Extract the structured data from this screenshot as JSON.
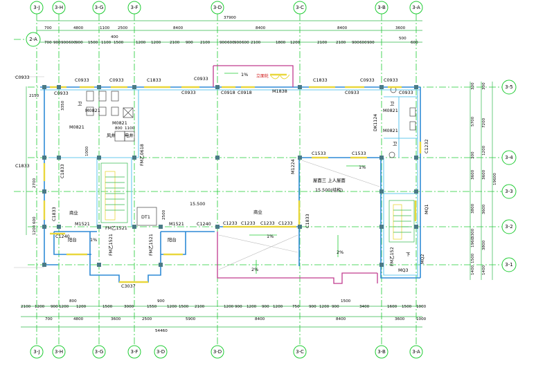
{
  "grid_axes": [
    "3-J",
    "3-H",
    "3-G",
    "3-F",
    "3-D",
    "3-C",
    "3-B",
    "3-A"
  ],
  "row_axes": [
    "3-5",
    "3-4",
    "3-3",
    "3-2",
    "3-1"
  ],
  "extra_axis": "2-A",
  "top_total": "37900",
  "bottom_total": "54460",
  "right_total": "19600",
  "top_dims_1": [
    "700",
    "4800",
    "1100",
    "2500",
    "8400",
    "8400",
    "8400",
    "3600",
    "400"
  ],
  "top_dims_2": [
    "700",
    "900",
    "900",
    "600",
    "900",
    "1500",
    "1100",
    "1500",
    "400",
    "1200",
    "1200",
    "2100",
    "900",
    "2100",
    "2100",
    "900",
    "600",
    "900",
    "600",
    "2100",
    "1800",
    "1200",
    "2100",
    "2100",
    "900",
    "600",
    "900",
    "500",
    "600"
  ],
  "bottom_dims_1": [
    "2100",
    "1200",
    "900",
    "1200",
    "800",
    "1200",
    "1500",
    "3000",
    "1550",
    "900",
    "1200",
    "1500",
    "2100",
    "1200",
    "900",
    "1200",
    "900",
    "1200",
    "750",
    "900",
    "1200",
    "900",
    "1500",
    "3400",
    "1600",
    "1500",
    "1000"
  ],
  "bottom_dims_2": [
    "700",
    "4800",
    "3600",
    "2500",
    "5900",
    "8400",
    "8400",
    "3600",
    "1000"
  ],
  "right_dims_1": [
    "300",
    "5700",
    "300",
    "3600",
    "3800",
    "3300",
    "1960",
    "1500",
    "1400"
  ],
  "right_dims_2": [
    "300",
    "7200",
    "1200",
    "3600",
    "3600",
    "3800",
    "1400"
  ],
  "left_dims": [
    "2150",
    "3350",
    "2700",
    "600",
    "1200"
  ],
  "room_labels": {
    "commerce_left": "商业",
    "commerce_center": "商业",
    "balcony_1": "阳台",
    "balcony_2": "阳台",
    "roof_label": "屋面三 上人屋面",
    "roof_level": "15.500(结构)",
    "level_mark": "15.500",
    "wc_1": "卫",
    "wc_2": "卫",
    "wc_3": "卫",
    "red_note": "立面轮",
    "slope_1": "1%",
    "slope_2": "1%",
    "slope_3": "1%",
    "slope_4": "1%",
    "slope_5": "2%",
    "slope_6": "2%",
    "elev_down": "下"
  },
  "window_labels": {
    "w1": "C0933",
    "w2": "C0933",
    "w3": "C0933",
    "w4": "C1833",
    "w5": "C0933",
    "w6": "C0933",
    "w7": "C0918",
    "w8": "C0918",
    "w9": "M1838",
    "w10": "C1833",
    "w11": "C0933",
    "w12": "C0933",
    "w13": "C0933",
    "w14": "C0933",
    "w15": "M0821",
    "w16": "M0821",
    "w17": "M0821",
    "w18": "M0821",
    "w19": "C1833",
    "w20": "C1833",
    "w21": "FM乙0618",
    "w22": "M1224",
    "w23": "C1533",
    "w24": "C1533",
    "w25": "DK1124",
    "w26": "C1232",
    "w27": "C1833",
    "w28": "M1521",
    "w29": "FM乙1521",
    "w30": "DT1",
    "w31": "M1521",
    "w32": "C1240",
    "w33": "C1233",
    "w34": "C1233",
    "w35": "C1233",
    "w36": "C1233",
    "w37": "C1833",
    "w38": "C1240",
    "w39": "FM乙1521",
    "w40": "FM乙1521",
    "w41": "C3037",
    "w42": "MQ1",
    "w43": "FM乙152",
    "w44": "MQ2",
    "w45": "MQ3",
    "w46": "C0933",
    "w47": "M0821",
    "w48": "风井",
    "w49": "电井",
    "w50": "800",
    "w51": "1100",
    "w52": "2500",
    "w53": "1000"
  },
  "colors": {
    "grid": "#1fcc33",
    "wall": "#2d8ad6",
    "wall_light": "#66c8ee",
    "wall_magenta": "#c03a8e",
    "window": "#e9d73c",
    "column": "#4a7a86",
    "red_text": "#d01a1a"
  }
}
